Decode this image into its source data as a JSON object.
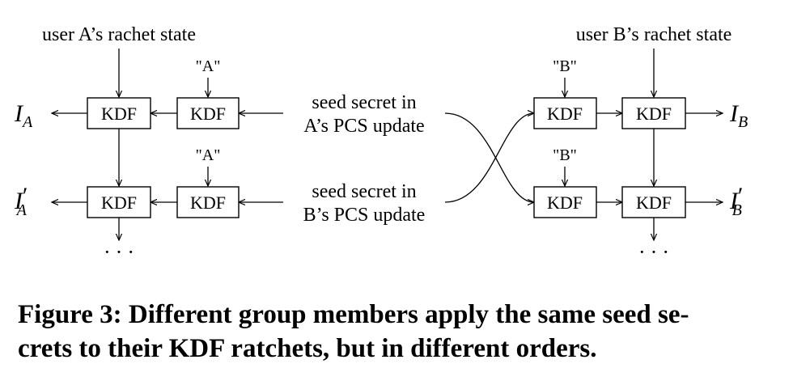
{
  "diagram": {
    "user_a_label": "user A’s rachet state",
    "user_b_label": "user B’s rachet state",
    "kdf_label": "KDF",
    "quote_a": "\"A\"",
    "quote_b": "\"B\"",
    "seed_1_line1": "seed secret in",
    "seed_1_line2": "A’s PCS update",
    "seed_2_line1": "seed secret in",
    "seed_2_line2": "B’s PCS update",
    "output_letter": "I",
    "prime_mark": "′",
    "sub_a": "A",
    "sub_b": "B",
    "continuation": "···"
  },
  "caption": {
    "line1": "Figure 3: Different group members apply the same seed se-",
    "line2": "crets to their KDF ratchets, but in different orders."
  }
}
